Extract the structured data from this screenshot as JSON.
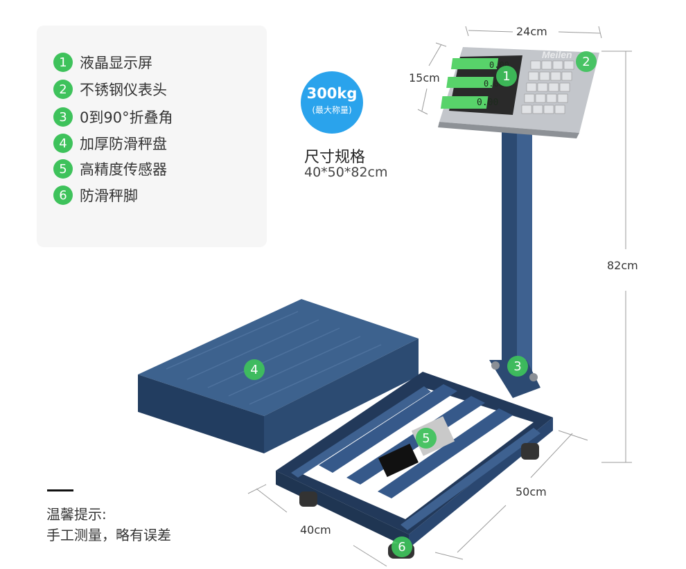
{
  "legend": {
    "items": [
      {
        "num": "1",
        "label": "液晶显示屏"
      },
      {
        "num": "2",
        "label": "不锈钢仪表头"
      },
      {
        "num": "3",
        "label": "0到90°折叠角"
      },
      {
        "num": "4",
        "label": "加厚防滑秤盘"
      },
      {
        "num": "5",
        "label": "高精度传感器"
      },
      {
        "num": "6",
        "label": "防滑秤脚"
      }
    ]
  },
  "badge": {
    "capacity": "300kg",
    "caption": "(最大称量)"
  },
  "spec": {
    "title": "尺寸规格",
    "size": "40*50*82cm"
  },
  "tip": {
    "title": "温馨提示:",
    "text": "手工测量，略有误差"
  },
  "dimensions": {
    "width_head": "24cm",
    "height_head": "15cm",
    "total_height": "82cm",
    "depth": "50cm",
    "width": "40cm"
  },
  "display": {
    "brand": "Meilen",
    "readings": [
      "0.00",
      "0.00",
      "0.00"
    ]
  },
  "markers": [
    "1",
    "2",
    "3",
    "4",
    "5",
    "6"
  ],
  "colors": {
    "accent_green": "#3ec25b",
    "badge_blue": "#2aa3ec",
    "scale_blue": "#2c4a72"
  }
}
